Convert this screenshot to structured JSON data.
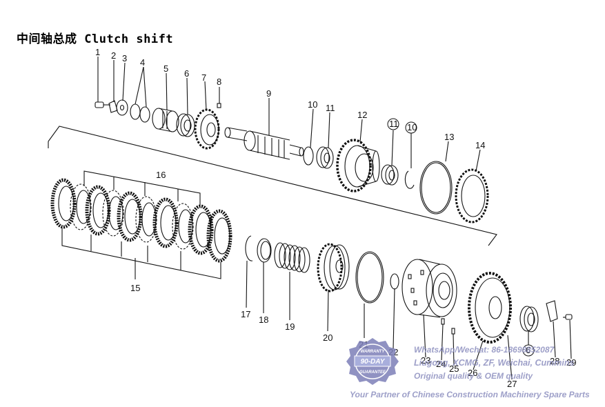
{
  "title": "中间轴总成 Clutch shift",
  "callouts": {
    "c1": "1",
    "c2": "2",
    "c3": "3",
    "c4": "4",
    "c5": "5",
    "c6": "6",
    "c7": "7",
    "c8": "8",
    "c9": "9",
    "c10": "10",
    "c11": "11",
    "c12": "12",
    "c13": "13",
    "c14": "14",
    "c11b": "11",
    "c10b": "10",
    "c15": "15",
    "c16": "16",
    "c17": "17",
    "c18": "18",
    "c19": "19",
    "c20": "20",
    "c21": "21",
    "c22": "22",
    "c23": "23",
    "c24": "24",
    "c25": "25",
    "c26": "26",
    "c27": "27",
    "c6b": "6",
    "c28": "28",
    "c29": "29"
  },
  "watermark": {
    "badge_top": "WARRANTY",
    "badge_mid": "90-DAY",
    "badge_bottom": "GUARANTEE",
    "line1": "WhatsApp/Wechat: 86-18698852087",
    "line2": "Liugong, XCMG, ZF, Weichai, Cummins",
    "line3": "Original quality & OEM quality",
    "line4": "Your Partner of Chinese Construction Machinery Spare Parts"
  },
  "colors": {
    "line": "#111111",
    "watermark": "#8c8fbf",
    "badge": "#7d7fb8"
  }
}
